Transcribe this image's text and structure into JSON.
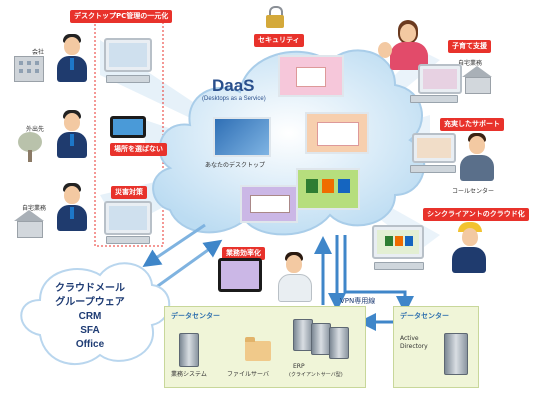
{
  "tags": {
    "desktop_mgmt": "デスクトップPC管理の一元化",
    "security": "セキュリティ",
    "childcare": "子育て支援",
    "support": "充実したサポート",
    "location": "場所を選ばない",
    "disaster": "災害対策",
    "thinclient": "シンクライアントのクラウド化",
    "efficiency": "業務効率化"
  },
  "labels": {
    "company": "会社",
    "outside": "外出先",
    "home_office_left": "自宅業務",
    "home_office_right": "自宅業務",
    "call_center": "コールセンター",
    "your_desktop": "あなたのデスクトップ",
    "vpn": "VPN専用線"
  },
  "cloud": {
    "title": "DaaS",
    "subtitle": "(Desktops as a Service)"
  },
  "services": [
    "クラウドメール",
    "グループウェア",
    "CRM",
    "SFA",
    "Office"
  ],
  "datacenter_main": {
    "label": "データセンター",
    "items": [
      "業務システム",
      "ファイルサーバ",
      "ERP",
      "(クライアントサーバ型)"
    ]
  },
  "datacenter_right": {
    "label": "データセンター",
    "items": [
      "Active",
      "Directory"
    ]
  },
  "colors": {
    "accent_red": "#e8322b",
    "cloud_blue": "#cfe6f6",
    "arrow_blue": "#3f86c9",
    "dc_green": "#f0f5d8"
  }
}
